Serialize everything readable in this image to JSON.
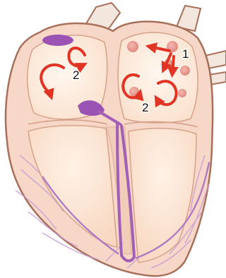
{
  "diagram": {
    "labels": {
      "left_atrium_number": "2",
      "right_atrium_number_top": "1",
      "right_atrium_number_bottom": "2"
    },
    "colors": {
      "outer_tissue": "#f6d7c8",
      "outline": "#a8705a",
      "chamber_fill": "#fbe2cf",
      "chamber_glow": "#fff7ef",
      "inner_wall": "#efc6b0",
      "vessels": "#f3e6dc",
      "conduction_system": "#a160b6",
      "conduction_node": "#9a52b3",
      "focus_spots": "#e89a90",
      "arrows": "#e23424"
    }
  }
}
